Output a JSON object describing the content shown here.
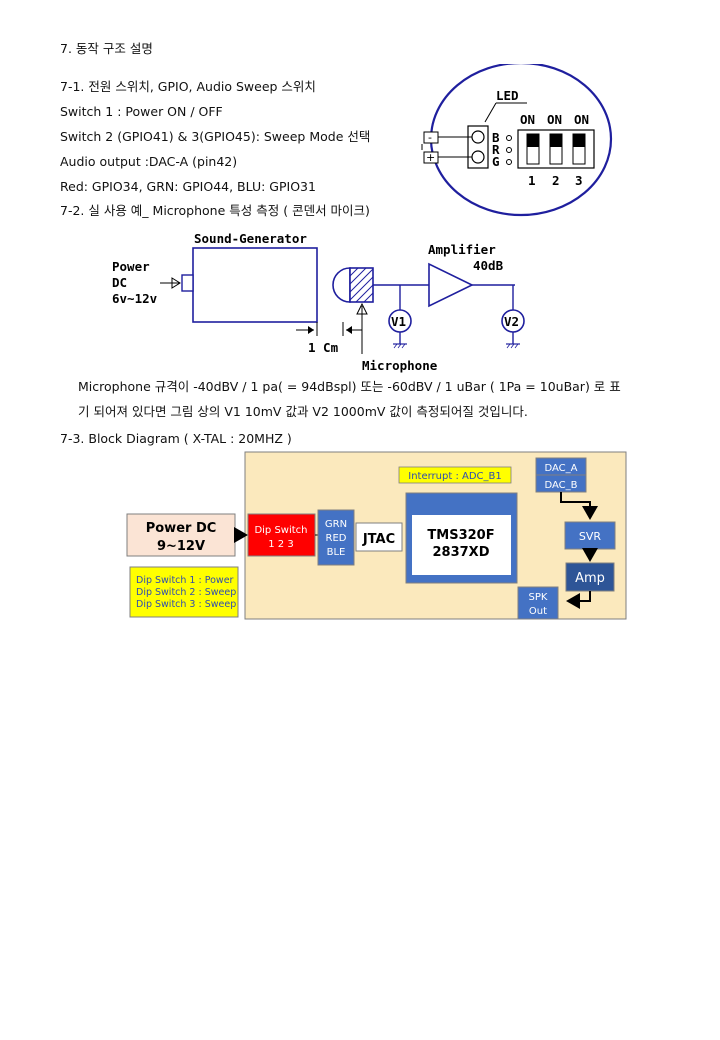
{
  "section": {
    "title": "7. 동작 구조 설명"
  },
  "sub1": {
    "heading": "7-1. 전원 스위치, GPIO, Audio Sweep 스위치",
    "line1": "Switch 1 : Power ON / OFF",
    "line2": "Switch 2 (GPIO41) & 3(GPIO45):  Sweep Mode 선택",
    "line3": "Audio output :DAC-A (pin42)",
    "line4": "Red: GPIO34, GRN: GPIO44, BLU: GPIO31"
  },
  "switch_diagram": {
    "led_label": "LED",
    "minus": "-",
    "plus": "+",
    "led_b": "B",
    "led_r": "R",
    "led_g": "G",
    "on1": "ON",
    "on2": "ON",
    "on3": "ON",
    "n1": "1",
    "n2": "2",
    "n3": "3",
    "colors": {
      "blue": "#1f1f9e"
    }
  },
  "sub2": {
    "heading": "7-2. 실 사용 예_ Microphone 특성 측정 ( 콘덴서 마이크)",
    "text1": "Microphone 규격이 -40dBV / 1 pa( = 94dBspl)  또는 -60dBV / 1 uBar ( 1Pa = 10uBar) 로 표",
    "text2": "기 되어져 있다면 그림 상의 V1 10mV 값과 V2 1000mV 값이 측정되어질 것입니다."
  },
  "mic_diagram": {
    "sound_generator": "Sound-Generator",
    "power": "Power",
    "dc": "DC",
    "voltage": "6v~12v",
    "distance": "1 Cm",
    "microphone": "Microphone",
    "amplifier": "Amplifier",
    "gain": "40dB",
    "v1": "V1",
    "v2": "V2",
    "colors": {
      "blue": "#1f1f9e"
    }
  },
  "sub3": {
    "heading": "7-3. Block Diagram ( X-TAL : 20MHZ )"
  },
  "block_diagram": {
    "power_dc": "Power DC",
    "power_range": "9~12V",
    "dip_note1": "Dip Switch 1 : Power",
    "dip_note2": "Dip Switch 2 : Sweep",
    "dip_note3": "Dip Switch 3 : Sweep",
    "dip_switch": "Dip Switch",
    "dip_nums": "1  2  3",
    "grn": "GRN",
    "red": "RED",
    "ble": "BLE",
    "jtac": "JTAC",
    "interrupt": "Interrupt : ADC_B1",
    "tms1": "TMS320F",
    "tms2": "2837XD",
    "dac_a": "DAC_A",
    "dac_b": "DAC_B",
    "svr": "SVR",
    "amp": "Amp",
    "spk": "SPK",
    "out": "Out",
    "colors": {
      "panel": "#fbe9bd",
      "block_blue": "#4472c4",
      "dark_blue": "#2e5597",
      "red": "#ff0000",
      "yellow": "#ffff00",
      "power_fill": "#fbe4d5"
    }
  }
}
